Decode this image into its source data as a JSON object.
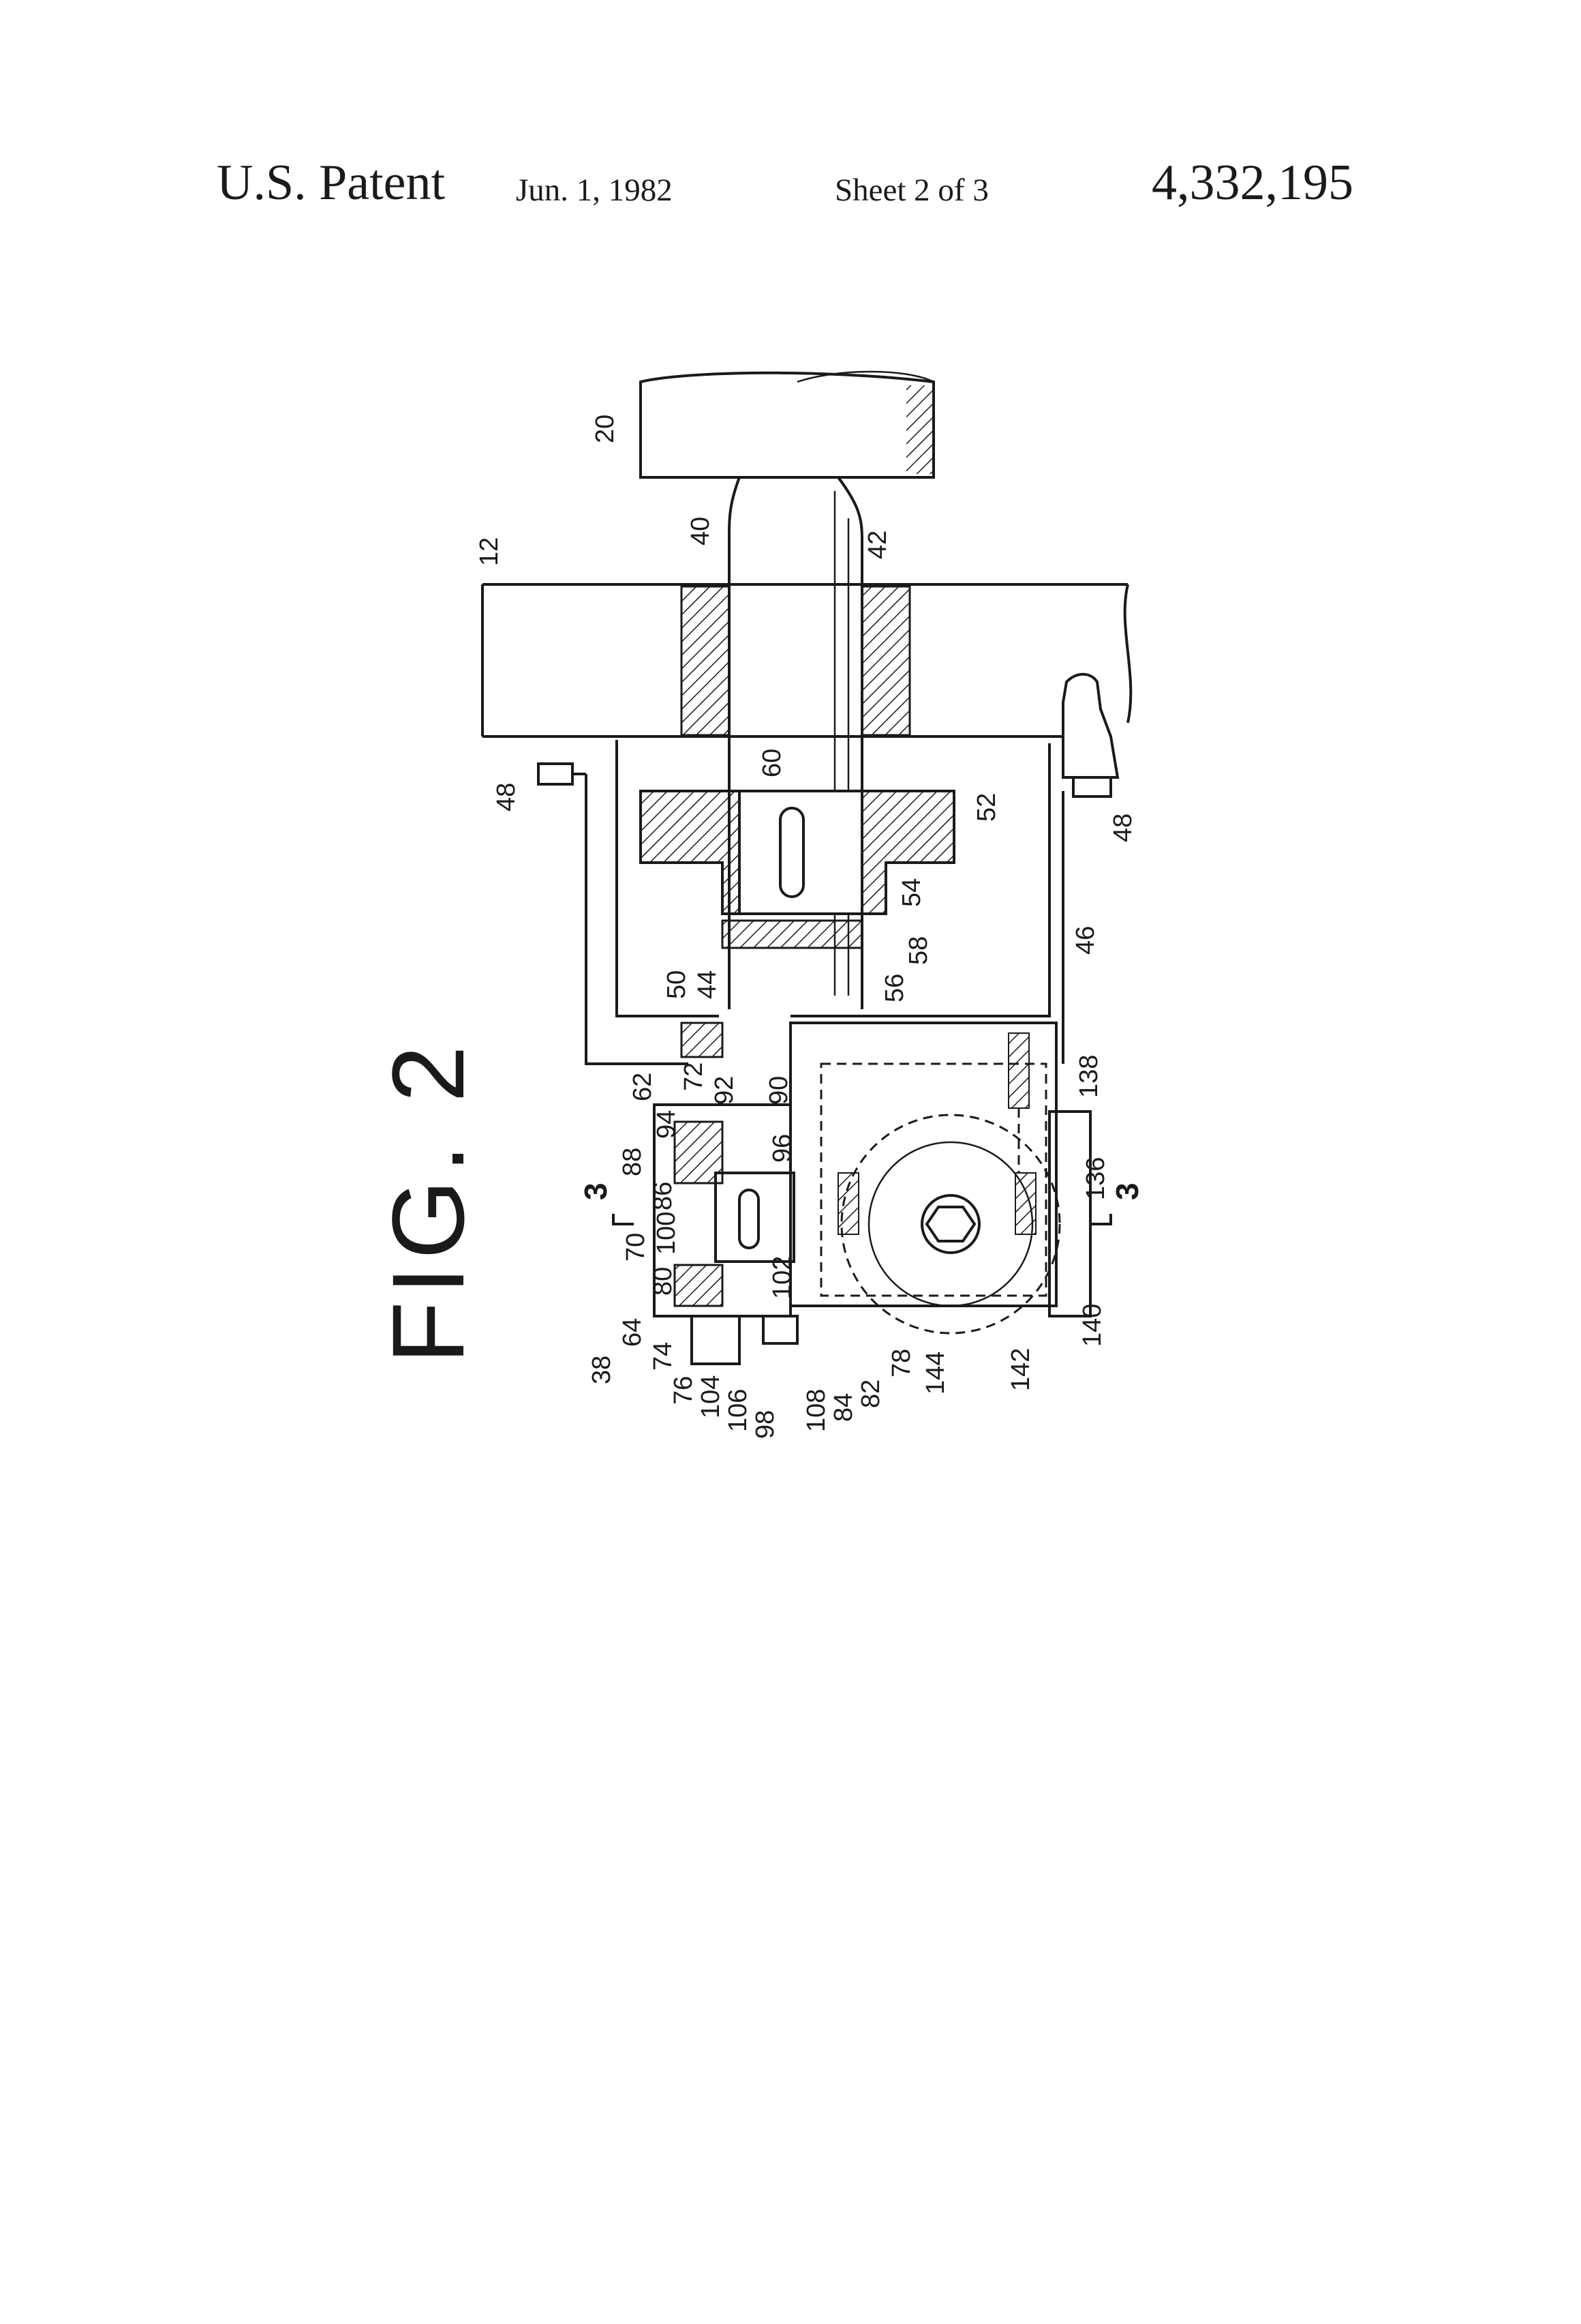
{
  "header": {
    "patent": "U.S. Patent",
    "date": "Jun. 1, 1982",
    "sheet": "Sheet 2 of 3",
    "number": "4,332,195"
  },
  "figure": {
    "title": "FIG. 2",
    "section_marks": [
      "3",
      "3"
    ],
    "reference_numerals": [
      "20",
      "40",
      "12",
      "42",
      "60",
      "52",
      "48",
      "48",
      "54",
      "58",
      "56",
      "50",
      "44",
      "46",
      "72",
      "62",
      "92",
      "90",
      "94",
      "88",
      "86",
      "96",
      "138",
      "136",
      "3",
      "100",
      "70",
      "80",
      "102",
      "64",
      "74",
      "38",
      "76",
      "104",
      "106",
      "98",
      "108",
      "84",
      "82",
      "78",
      "144",
      "142",
      "140",
      "3"
    ]
  }
}
